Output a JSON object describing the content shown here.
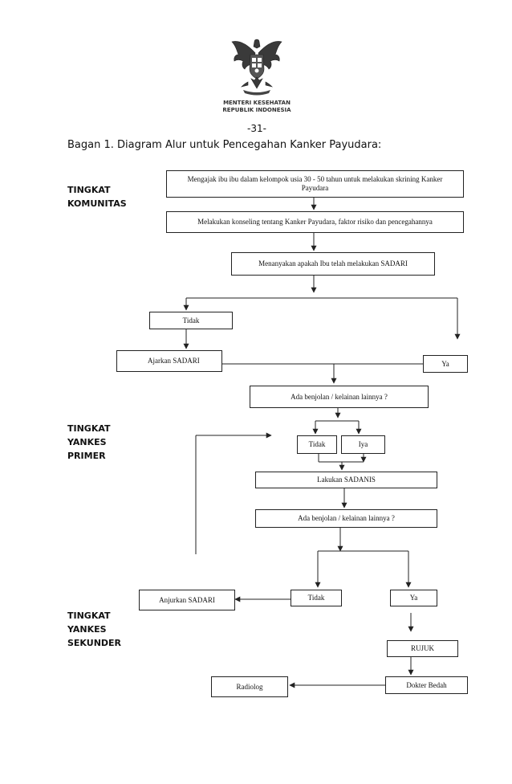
{
  "header": {
    "emblem_caption_line1": "MENTERI KESEHATAN",
    "emblem_caption_line2": "REPUBLIK INDONESIA",
    "page_number": "-31-",
    "title": "Bagan 1. Diagram Alur untuk Pencegahan Kanker Payudara:"
  },
  "levels": {
    "komunitas": "TINGKAT\nKOMUNITAS",
    "primer": "TINGKAT\nYANKES\nPRIMER",
    "sekunder": "TINGKAT\nYANKES\nSEKUNDER"
  },
  "nodes": {
    "ajak": "Mengajak ibu ibu dalam kelompok usia 30 - 50  tahun untuk melakukan skrining Kanker Payudara",
    "konseling": "Melakukan konseling tentang Kanker Payudara, faktor risiko dan pencegahannya",
    "tanya": "Menanyakan apakah Ibu telah melakukan SADARI",
    "tidak1": "Tidak",
    "ajarkan": "Ajarkan SADARI",
    "ya1": "Ya",
    "benjolan1": "Ada benjolan / kelainan lainnya ?",
    "tidak2": "Tidak",
    "iya": "Iya",
    "sadanis": "Lakukan SADANIS",
    "benjolan2": "Ada benjolan / kelainan lainnya ?",
    "anjurkan": "Anjurkan SADARI",
    "tidak3": "Tidak",
    "ya2": "Ya",
    "rujuk": "RUJUK",
    "radiolog": "Radiolog",
    "dokter": "Dokter Bedah"
  },
  "colors": {
    "line": "#222222",
    "text": "#111111",
    "emblem": "#333333"
  }
}
